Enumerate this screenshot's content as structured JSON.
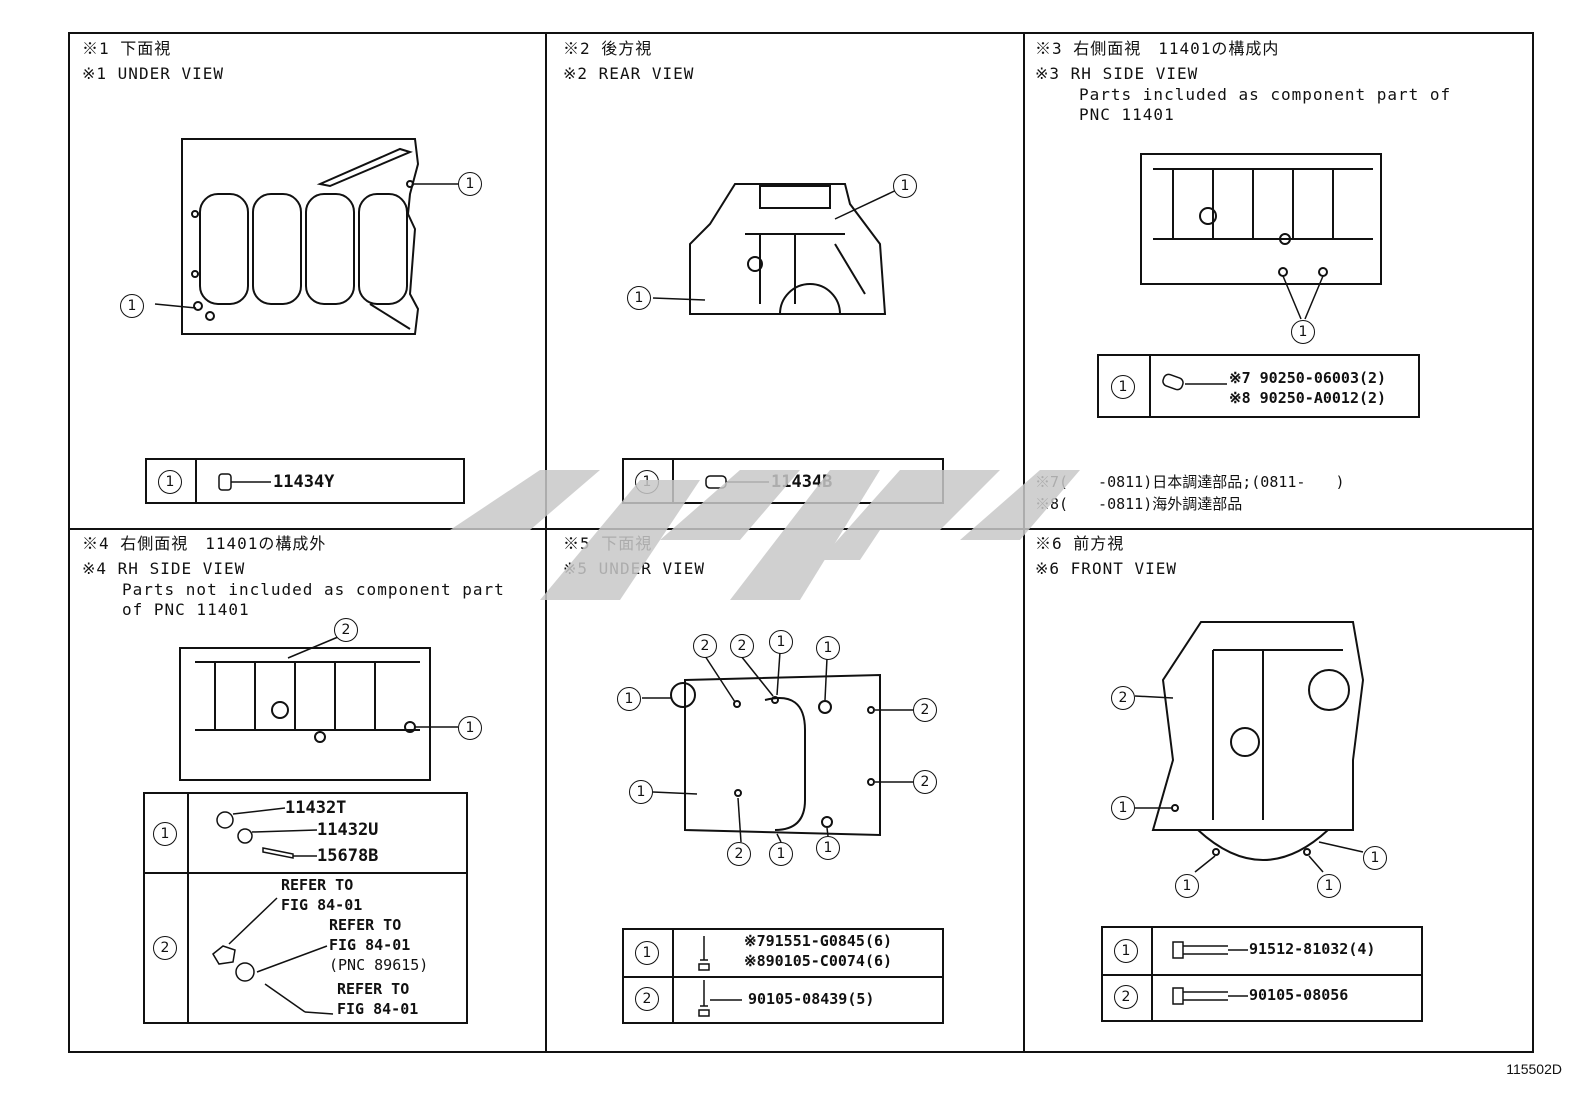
{
  "panels": {
    "p1": {
      "title_jp": "※1 下面視",
      "title_en": "※1 UNDER VIEW",
      "callout": "1",
      "part": "11434Y"
    },
    "p2": {
      "title_jp": "※2 後方視",
      "title_en": "※2 REAR VIEW",
      "callout": "1",
      "part": "11434B"
    },
    "p3": {
      "title_jp": "※3 右側面視　11401の構成内",
      "title_en": "※3 RH SIDE VIEW",
      "note1": "Parts included as component part of",
      "note2": "PNC 11401",
      "callout": "1",
      "part_a": "※7 90250-06003(2)",
      "part_b": "※8 90250-A0012(2)",
      "foot1": "※7(　　-0811)日本調達部品;(0811-　　)",
      "foot2": "※8(　　-0811)海外調達部品"
    },
    "p4": {
      "title_jp": "※4 右側面視　11401の構成外",
      "title_en": "※4 RH SIDE VIEW",
      "note1": "Parts not included as component part",
      "note2": "of PNC 11401",
      "callout1": "1",
      "callout2": "2",
      "parts1": [
        "11432T",
        "11432U",
        "15678B"
      ],
      "ref1": "REFER TO",
      "ref1b": "FIG 84-01",
      "ref2": "REFER TO",
      "ref2b": "FIG 84-01",
      "ref2c": "(PNC 89615)",
      "ref3": "REFER TO",
      "ref3b": "FIG 84-01"
    },
    "p5": {
      "title_jp": "※5 下面視",
      "title_en": "※5 UNDER VIEW",
      "callout1": "1",
      "callout2": "2",
      "part_a": "※791551-G0845(6)",
      "part_b": "※890105-C0074(6)",
      "part_c": "90105-08439(5)"
    },
    "p6": {
      "title_jp": "※6 前方視",
      "title_en": "※6 FRONT VIEW",
      "callout1": "1",
      "callout2": "2",
      "part_a": "91512-81032(4)",
      "part_b": "90105-08056"
    }
  },
  "figure_id": "115502D",
  "watermark_color": "#c8c8c8"
}
